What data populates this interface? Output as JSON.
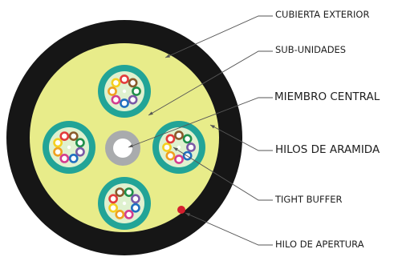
{
  "labels": {
    "outer_jacket": "CUBIERTA EXTERIOR",
    "subunits": "SUB-UNIDADES",
    "central_member": "MIEMBRO CENTRAL",
    "aramid_yarns": "HILOS DE ARAMIDA",
    "tight_buffer": "TIGHT BUFFER",
    "ripcord": "HILO DE APERTURA"
  },
  "colors": {
    "jacket": "#161616",
    "filler": "#e8ec8a",
    "subunit_ring": "#22a497",
    "subunit_inner": "#dff1cf",
    "central_member_ring": "#a9abad",
    "central_member_core": "#ffffff",
    "ripcord": "#d41f2e",
    "leader_line": "#555555"
  },
  "fiber_colors": [
    "#e33b3b",
    "#8a5a2b",
    "#1f8f4a",
    "#7a5aa6",
    "#1f6fc0",
    "#d43d8f",
    "#f0a020",
    "#f5d020"
  ],
  "subunit_count": 4,
  "fibers_per_subunit": 8
}
